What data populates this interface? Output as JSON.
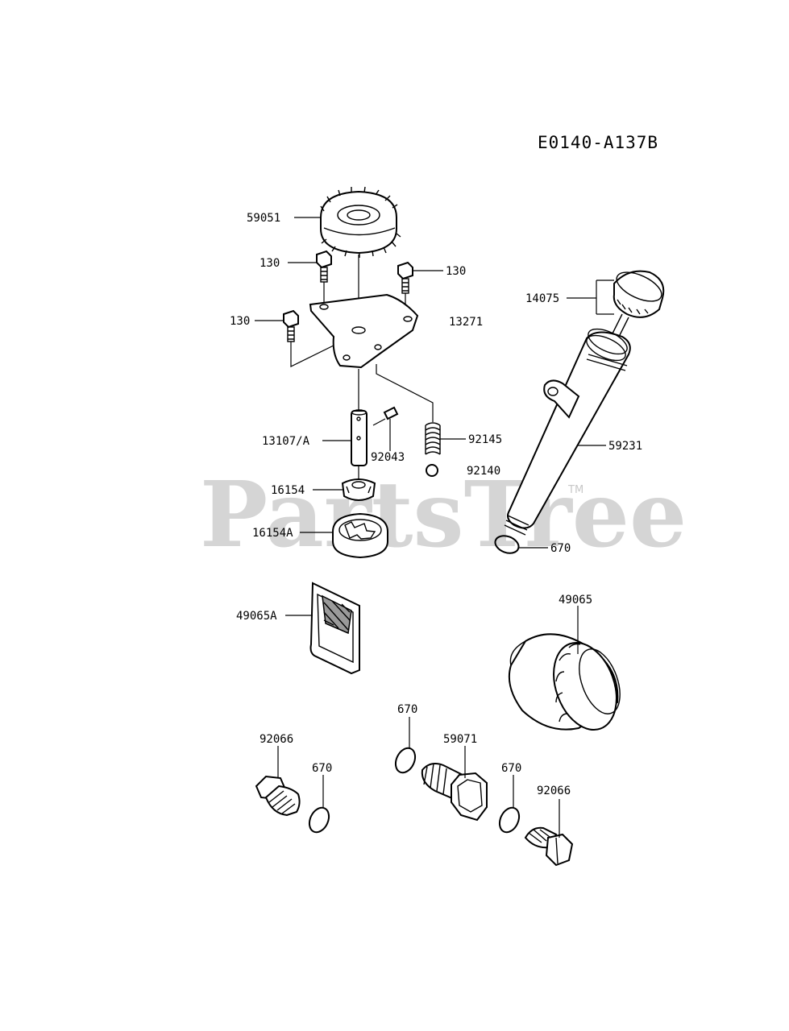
{
  "diagram_code": "E0140-A137B",
  "watermark": "PartsTree",
  "trademark": "TM",
  "labels": {
    "p59051": "59051",
    "p130_a": "130",
    "p130_b": "130",
    "p130_c": "130",
    "p13271": "13271",
    "p14075": "14075",
    "p13107A": "13107/A",
    "p92043": "92043",
    "p92145": "92145",
    "p92140": "92140",
    "p59231": "59231",
    "p16154": "16154",
    "p16154A": "16154A",
    "p670_a": "670",
    "p49065A": "49065A",
    "p49065": "49065",
    "p670_b": "670",
    "p59071": "59071",
    "p670_c": "670",
    "p92066_a": "92066",
    "p670_d": "670",
    "p92066_b": "92066"
  }
}
